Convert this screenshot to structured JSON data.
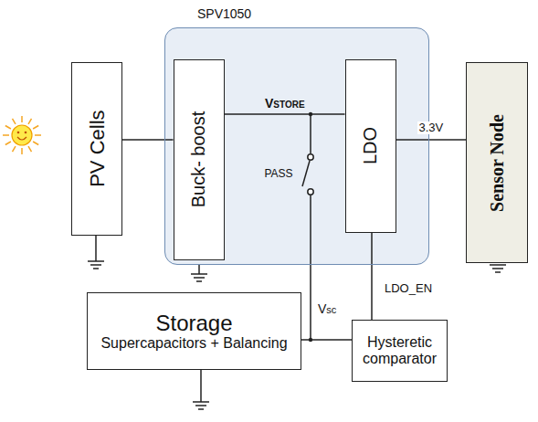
{
  "diagram": {
    "nodes": [
      {
        "text": [
          "PV Cells"
        ]
      },
      {
        "text": [
          "SPV1050"
        ]
      },
      {
        "text": [
          "Buck- boost"
        ],
        "in": 1
      },
      {
        "text": [
          "LDO"
        ],
        "in": 1
      },
      {
        "text": [
          "Sensor Node"
        ]
      },
      {
        "text": [
          "Storage",
          "Supercapacitors + Balancing"
        ]
      },
      {
        "text": [
          "Hysteretic comparator"
        ]
      }
    ],
    "edges": [
      {
        "from": 0,
        "to": 2,
        "arrow": "none"
      },
      {
        "from": 2,
        "to": 3,
        "label": "VSTORE",
        "arrow": "none"
      },
      {
        "from": 3,
        "to": 4,
        "label": "3.3V",
        "arrow": "none"
      },
      {
        "from": 5,
        "to": 6,
        "arrow": "none"
      },
      {
        "from": 6,
        "to": 3,
        "label": "LDO_EN",
        "arrow": "none"
      }
    ],
    "labels": [
      "PASS",
      "Vsc"
    ]
  }
}
